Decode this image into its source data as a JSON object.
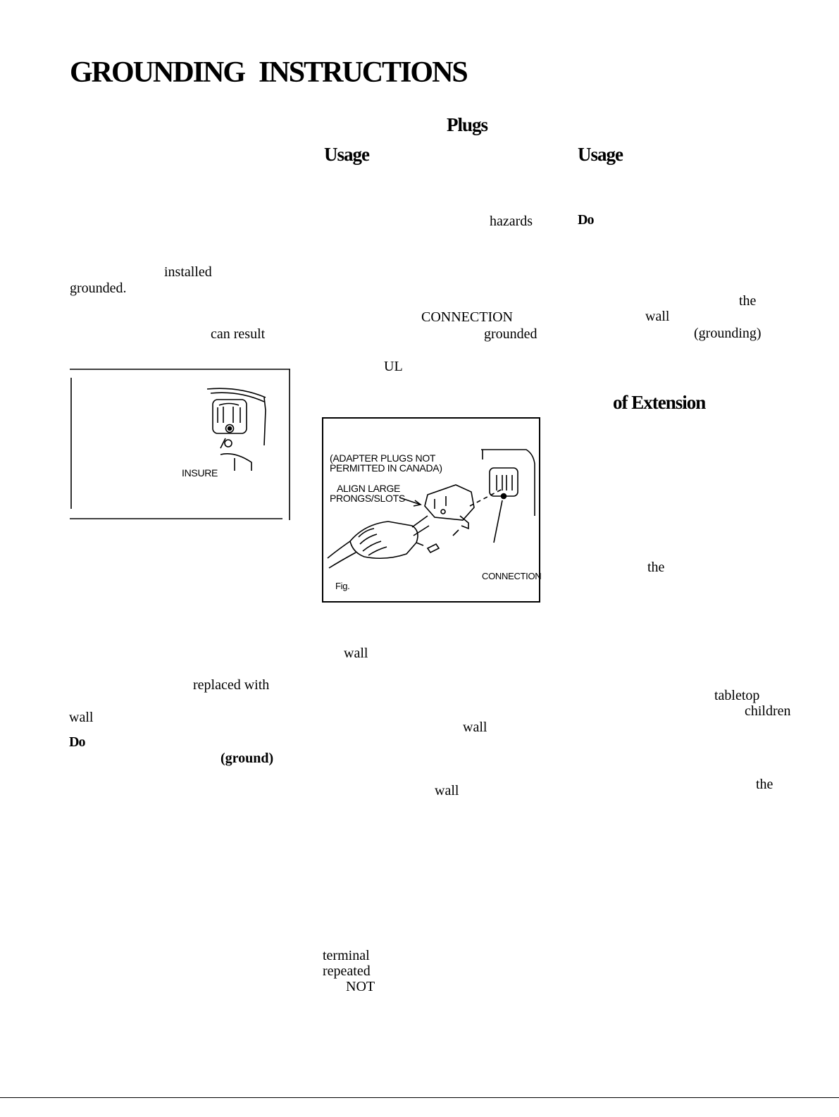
{
  "title": {
    "word1": "GROUNDING",
    "word2": "INSTRUCTIONS"
  },
  "headings": {
    "plugs": "Plugs",
    "usage_middle": "Usage",
    "usage_right": "Usage",
    "of_extension": "of Extension"
  },
  "fragments": {
    "hazards": "hazards",
    "do_right": "Do",
    "installed": "installed",
    "grounded_left": "grounded.",
    "the_1": "the",
    "connection": "CONNECTION",
    "wall_1": "wall",
    "can_result": "can result",
    "grounded_mid": "grounded",
    "grounding": "(grounding)",
    "ul": "UL",
    "the_2": "the",
    "wall_2": "wall",
    "replaced_with": "replaced with",
    "tabletop": "tabletop",
    "wall_3": "wall",
    "children": "children",
    "wall_4": "wall",
    "do_left": "Do",
    "ground": "(ground)",
    "the_3": "the",
    "wall_5": "wall",
    "terminal": "terminal",
    "repeated": "repeated",
    "not": "NOT"
  },
  "figure_left": {
    "label": "INSURE"
  },
  "figure_right": {
    "note_line1": "(ADAPTER PLUGS NOT",
    "note_line2": "PERMITTED IN CANADA)",
    "align_line1": "ALIGN LARGE",
    "align_line2": "PRONGS/SLOTS",
    "connection": "CONNECTION",
    "fig": "Fig."
  }
}
